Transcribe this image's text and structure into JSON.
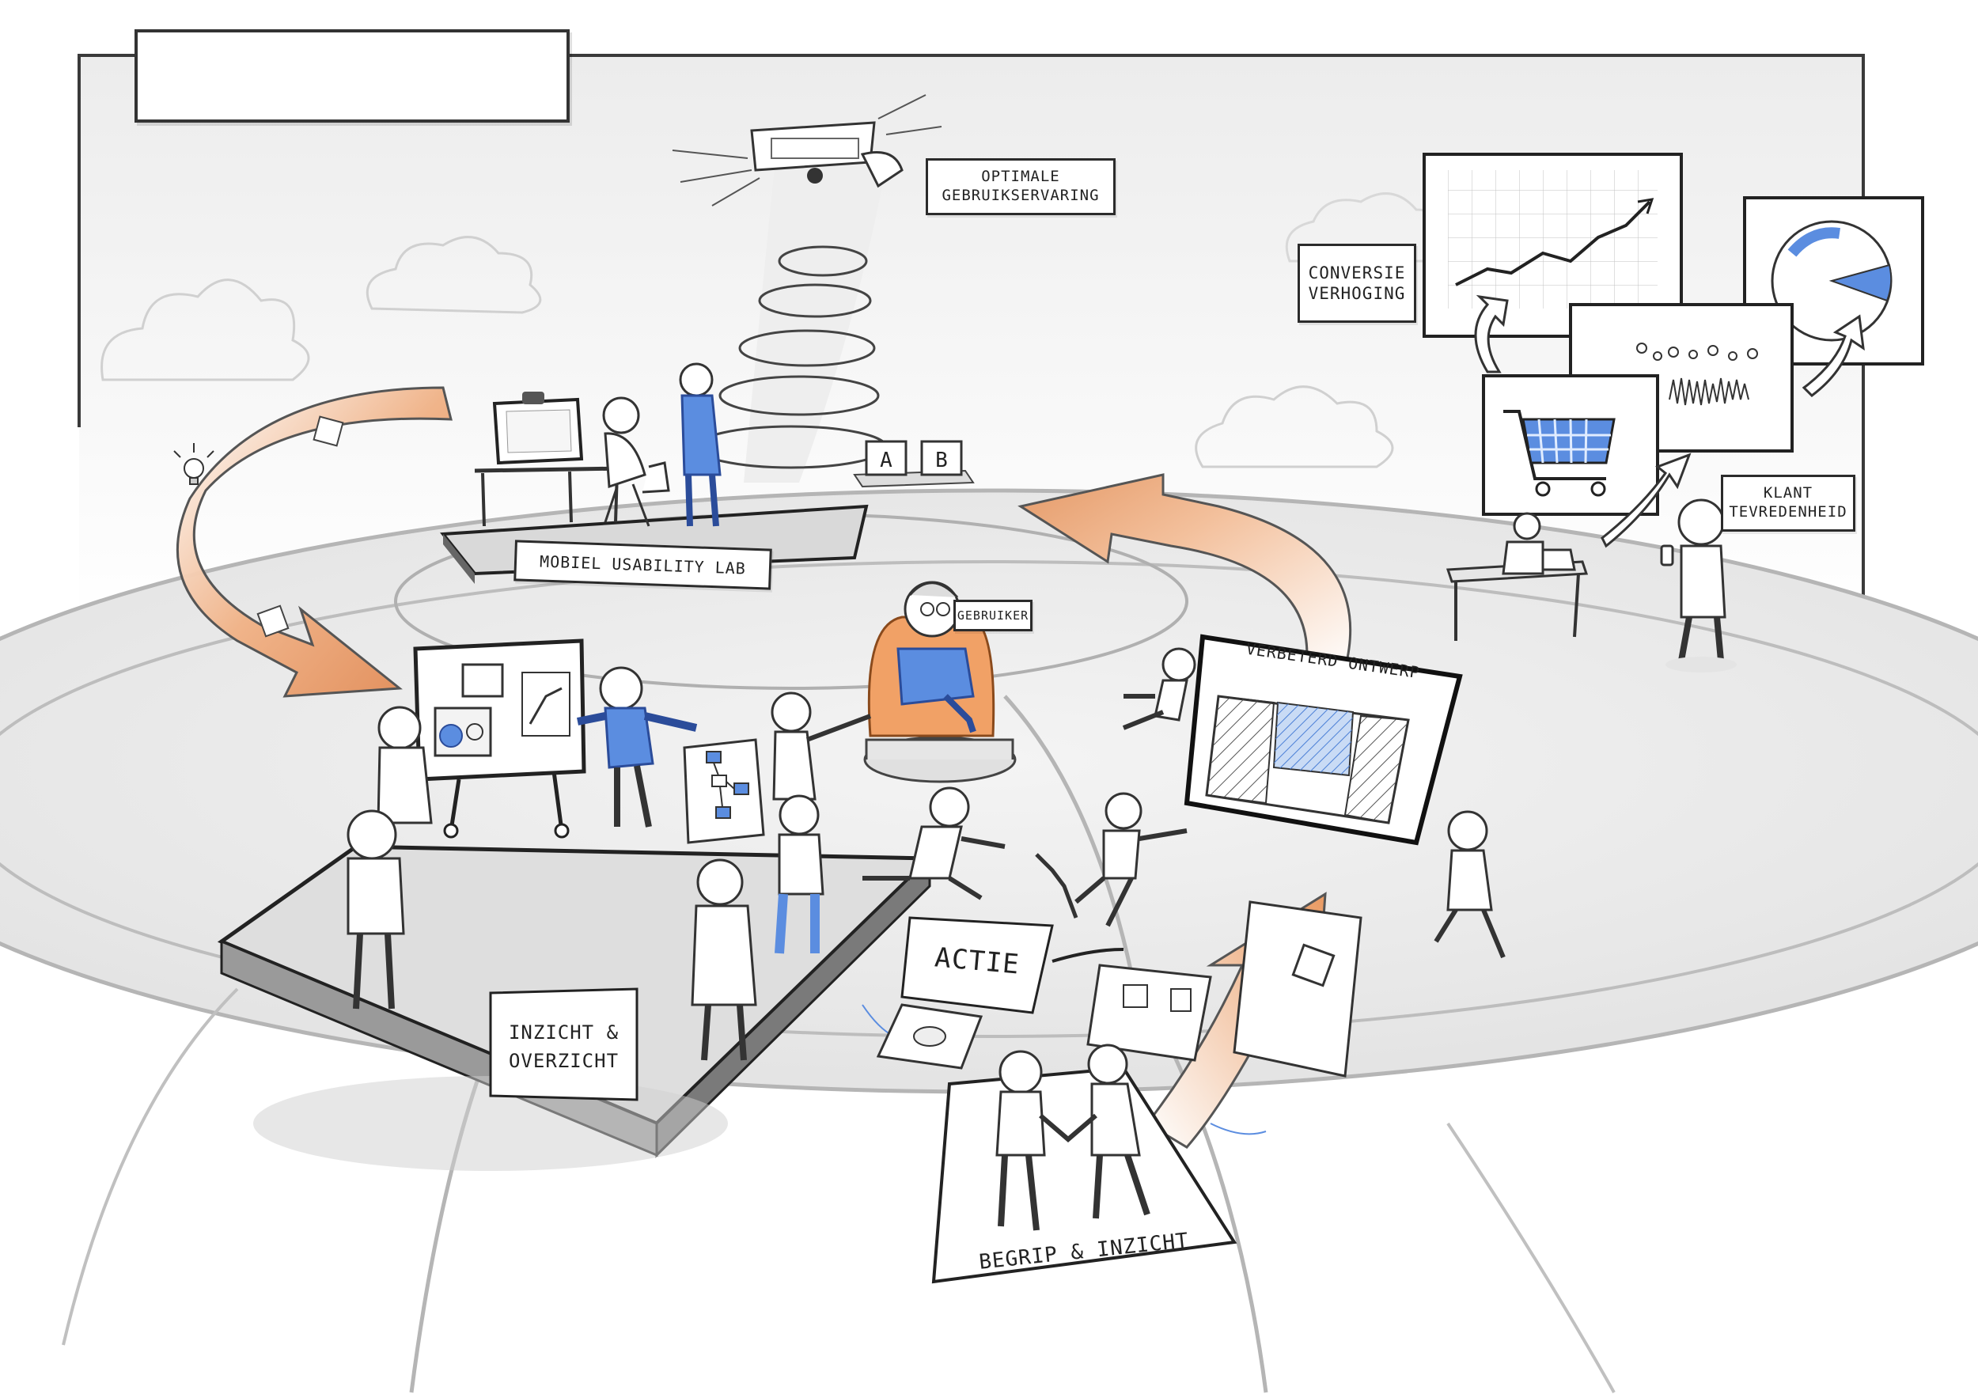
{
  "title_box": {
    "text": ""
  },
  "labels": {
    "optimale_gebruikservaring": "OPTIMALE GEBRUIKSERVARING",
    "conversie_verhoging": "CONVERSIE VERHOGING",
    "mobiel_usability_lab": "MOBIEL USABILITY LAB",
    "gebruiker": "GEBRUIKER",
    "klant_tevredenheid": "KLANT TEVREDENHEID",
    "verbeterd_ontwerp": "VERBETERD ONTWERP",
    "actie": "ACTIE",
    "inzicht_overzicht": "INZICHT & OVERZICHT",
    "begrip_inzicht": "BEGRIP & INZICHT",
    "ab_a": "A",
    "ab_b": "B"
  },
  "colors": {
    "accent_blue": "#5b8de0",
    "accent_orange": "#e8a678",
    "ink": "#2b2b2b",
    "shadow": "#d8d8d8"
  }
}
